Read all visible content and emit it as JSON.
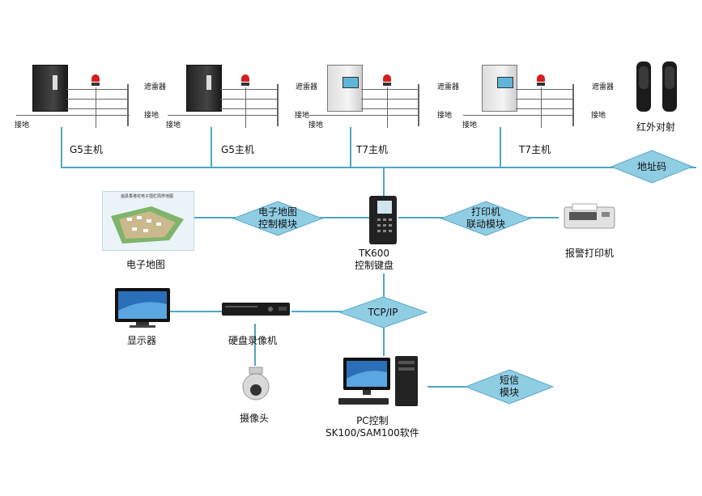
{
  "controllers": [
    {
      "model": "G5主机",
      "type": "g5"
    },
    {
      "model": "G5主机",
      "type": "g5"
    },
    {
      "model": "T7主机",
      "type": "t7"
    },
    {
      "model": "T7主机",
      "type": "t7"
    }
  ],
  "siren_label": "遮雷器",
  "ground_label": "接地",
  "infrared_label": "红外对射",
  "address_code_label": "地址码",
  "keypad": {
    "line1": "TK600",
    "line2": "控制键盘"
  },
  "map_module": {
    "line1": "电子地图",
    "line2": "控制模块"
  },
  "printer_module": {
    "line1": "打印机",
    "line2": "联动模块"
  },
  "electronic_map_label": "电子地图",
  "map_image_title": "遍县香港花电子围栏周界地图",
  "alarm_printer_label": "报警打印机",
  "tcpip_label": "TCP/IP",
  "monitor_label": "显示器",
  "dvr_label": "硬盘录像机",
  "camera_label": "摄像头",
  "pc": {
    "line1": "PC控制",
    "line2": "SK100/SAM100软件"
  },
  "sms_module": {
    "line1": "短信",
    "line2": "模块"
  },
  "colors": {
    "line": "#4fa5c6",
    "diamond_fill": "#8fcde3",
    "diamond_stroke": "#5aa9c9"
  }
}
